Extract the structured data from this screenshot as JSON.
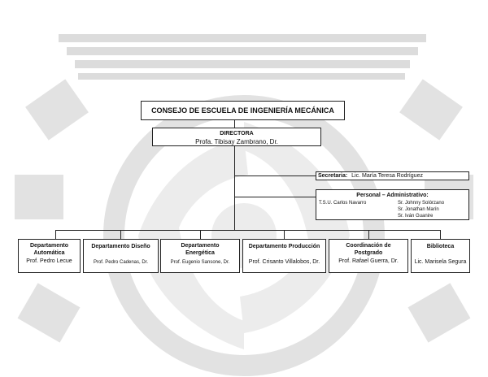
{
  "colors": {
    "line": "#222222",
    "watermark": "#d8d8d8",
    "background": "#ffffff"
  },
  "watermark": {
    "icon": "gear-turbine-logo"
  },
  "council": {
    "title": "CONSEJO DE ESCUELA DE INGENIERÍA MECÁNICA"
  },
  "director": {
    "role": "DIRECTORA",
    "name": "Profa. Tibisay Zambrano, Dr."
  },
  "secretary": {
    "label": "Secretaria:",
    "name": "Lic. María Teresa Rodríguez"
  },
  "admin_staff": {
    "title": "Personal  –  Administrativo:",
    "members": [
      "T.S.U. Carlos Navarro",
      "Sr. Johnny Solórzano",
      "Sr. Jonathan Marín",
      "Sr. Iván Guanire"
    ]
  },
  "departments": [
    {
      "title": "Departamento Automática",
      "head": "Prof. Pedro Lecue"
    },
    {
      "title": "Departamento Diseño",
      "head": "Prof. Pedro Cadenas, Dr."
    },
    {
      "title": "Departamento Energética",
      "head": "Prof. Eugenio Sansone, Dr."
    },
    {
      "title": "Departamento Producción",
      "head": "Prof. Crisanto Villalobos, Dr."
    },
    {
      "title": "Coordinación de Postgrado",
      "head": "Prof. Rafael Guerra, Dr."
    },
    {
      "title": "Biblioteca",
      "head": "Lic. Marisela Segura"
    }
  ]
}
